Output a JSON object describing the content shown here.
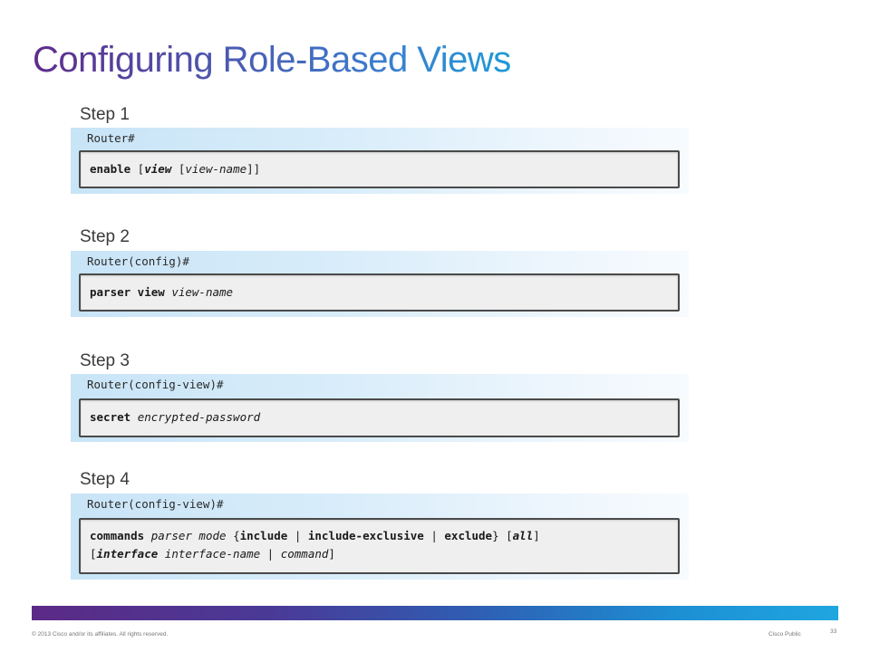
{
  "title": "Configuring Role-Based Views",
  "steps": [
    {
      "label": "Step 1",
      "prompt": "Router#",
      "lines": [
        [
          {
            "t": "enable",
            "s": "kw"
          },
          {
            "t": " [",
            "s": ""
          },
          {
            "t": "view",
            "s": "kwarg"
          },
          {
            "t": " [",
            "s": ""
          },
          {
            "t": "view-name",
            "s": "arg"
          },
          {
            "t": "]]",
            "s": ""
          }
        ]
      ]
    },
    {
      "label": "Step 2",
      "prompt": "Router(config)#",
      "lines": [
        [
          {
            "t": "parser view",
            "s": "kw"
          },
          {
            "t": " ",
            "s": ""
          },
          {
            "t": "view-name",
            "s": "arg"
          }
        ]
      ]
    },
    {
      "label": "Step 3",
      "prompt": "Router(config-view)#",
      "lines": [
        [
          {
            "t": "secret",
            "s": "kw"
          },
          {
            "t": " ",
            "s": ""
          },
          {
            "t": "encrypted-password",
            "s": "arg"
          }
        ]
      ]
    },
    {
      "label": "Step 4",
      "prompt": "Router(config-view)#",
      "lines": [
        [
          {
            "t": "commands",
            "s": "kw"
          },
          {
            "t": " ",
            "s": ""
          },
          {
            "t": "parser mode",
            "s": "arg"
          },
          {
            "t": " {",
            "s": ""
          },
          {
            "t": "include",
            "s": "kw"
          },
          {
            "t": " | ",
            "s": ""
          },
          {
            "t": "include-exclusive",
            "s": "kw"
          },
          {
            "t": " | ",
            "s": ""
          },
          {
            "t": "exclude",
            "s": "kw"
          },
          {
            "t": "} [",
            "s": ""
          },
          {
            "t": "all",
            "s": "kwarg"
          },
          {
            "t": "]",
            "s": ""
          }
        ],
        [
          {
            "t": "[",
            "s": ""
          },
          {
            "t": "interface",
            "s": "kwarg"
          },
          {
            "t": " ",
            "s": ""
          },
          {
            "t": "interface-name",
            "s": "arg"
          },
          {
            "t": " | ",
            "s": ""
          },
          {
            "t": "command",
            "s": "arg"
          },
          {
            "t": "]",
            "s": ""
          }
        ]
      ]
    }
  ],
  "footer": {
    "copyright": "© 2013 Cisco and/or its affiliates. All rights reserved.",
    "classification": "Cisco Public",
    "page": "33"
  },
  "colors": {
    "title_start": "#5f2d8c",
    "title_end": "#1e9ad6",
    "panel": "#d9edfa",
    "bar_start": "#5b2a86",
    "bar_end": "#1fa6e0"
  }
}
